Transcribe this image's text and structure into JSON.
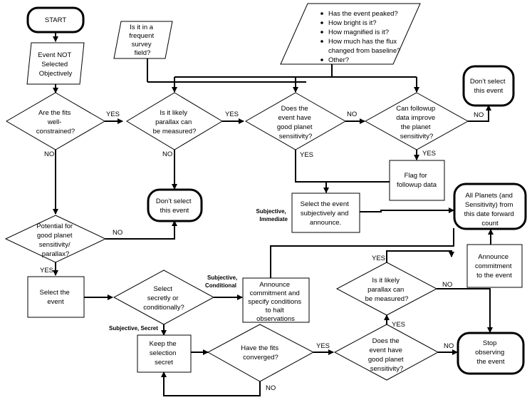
{
  "diagram": {
    "start": "START",
    "event_not_selected": [
      "Event NOT",
      "Selected",
      "Objectively"
    ],
    "survey_field": [
      "Is it in a",
      "frequent",
      "survey",
      "field?"
    ],
    "criteria": [
      "Has the event peaked?",
      "How bright is it?",
      "How magnified is it?",
      "How much has the flux",
      "changed from baseline?",
      "Other?"
    ],
    "fits_constrained": [
      "Are the fits",
      "well-",
      "constrained?"
    ],
    "parallax_measured_1": [
      "Is it likely",
      "parallax can",
      "be measured?"
    ],
    "planet_sensitivity_1": [
      "Does the",
      "event have",
      "good planet",
      "sensitivity?"
    ],
    "followup_improve": [
      "Can followup",
      "data improve",
      "the planet",
      "sensitivity?"
    ],
    "dont_select_1": [
      "Don’t select",
      "this event"
    ],
    "dont_select_2": [
      "Don’t select",
      "this event"
    ],
    "flag_followup": [
      "Flag for",
      "followup data"
    ],
    "select_subjective": [
      "Select the event",
      "subjectively and",
      "announce."
    ],
    "all_planets": [
      "All Planets (and",
      "Sensitivity) from",
      "this date forward",
      "count"
    ],
    "potential": [
      "Potential for",
      "good planet",
      "sensitivity/",
      "parallax?"
    ],
    "select_event": [
      "Select the",
      "event"
    ],
    "secretly": [
      "Select",
      "secretly or",
      "conditionally?"
    ],
    "announce_conditional": [
      "Announce",
      "commitment and",
      "specify conditions",
      "to halt",
      "observations"
    ],
    "announce_commitment": [
      "Announce",
      "commitment",
      "to the event"
    ],
    "parallax_measured_2": [
      "Is it likely",
      "parallax can",
      "be measured?"
    ],
    "keep_secret": [
      "Keep the",
      "selection",
      "secret"
    ],
    "fits_converged": [
      "Have the fits",
      "converged?"
    ],
    "planet_sensitivity_2": [
      "Does the",
      "event have",
      "good planet",
      "sensitivity?"
    ],
    "stop_observing": [
      "Stop",
      "observing",
      "the event"
    ],
    "labels": {
      "yes": "YES",
      "no": "NO",
      "subjective_immediate": [
        "Subjective,",
        "Immediate"
      ],
      "subjective_conditional": [
        "Subjective,",
        "Conditional"
      ],
      "subjective_secret": "Subjective, Secret"
    }
  }
}
